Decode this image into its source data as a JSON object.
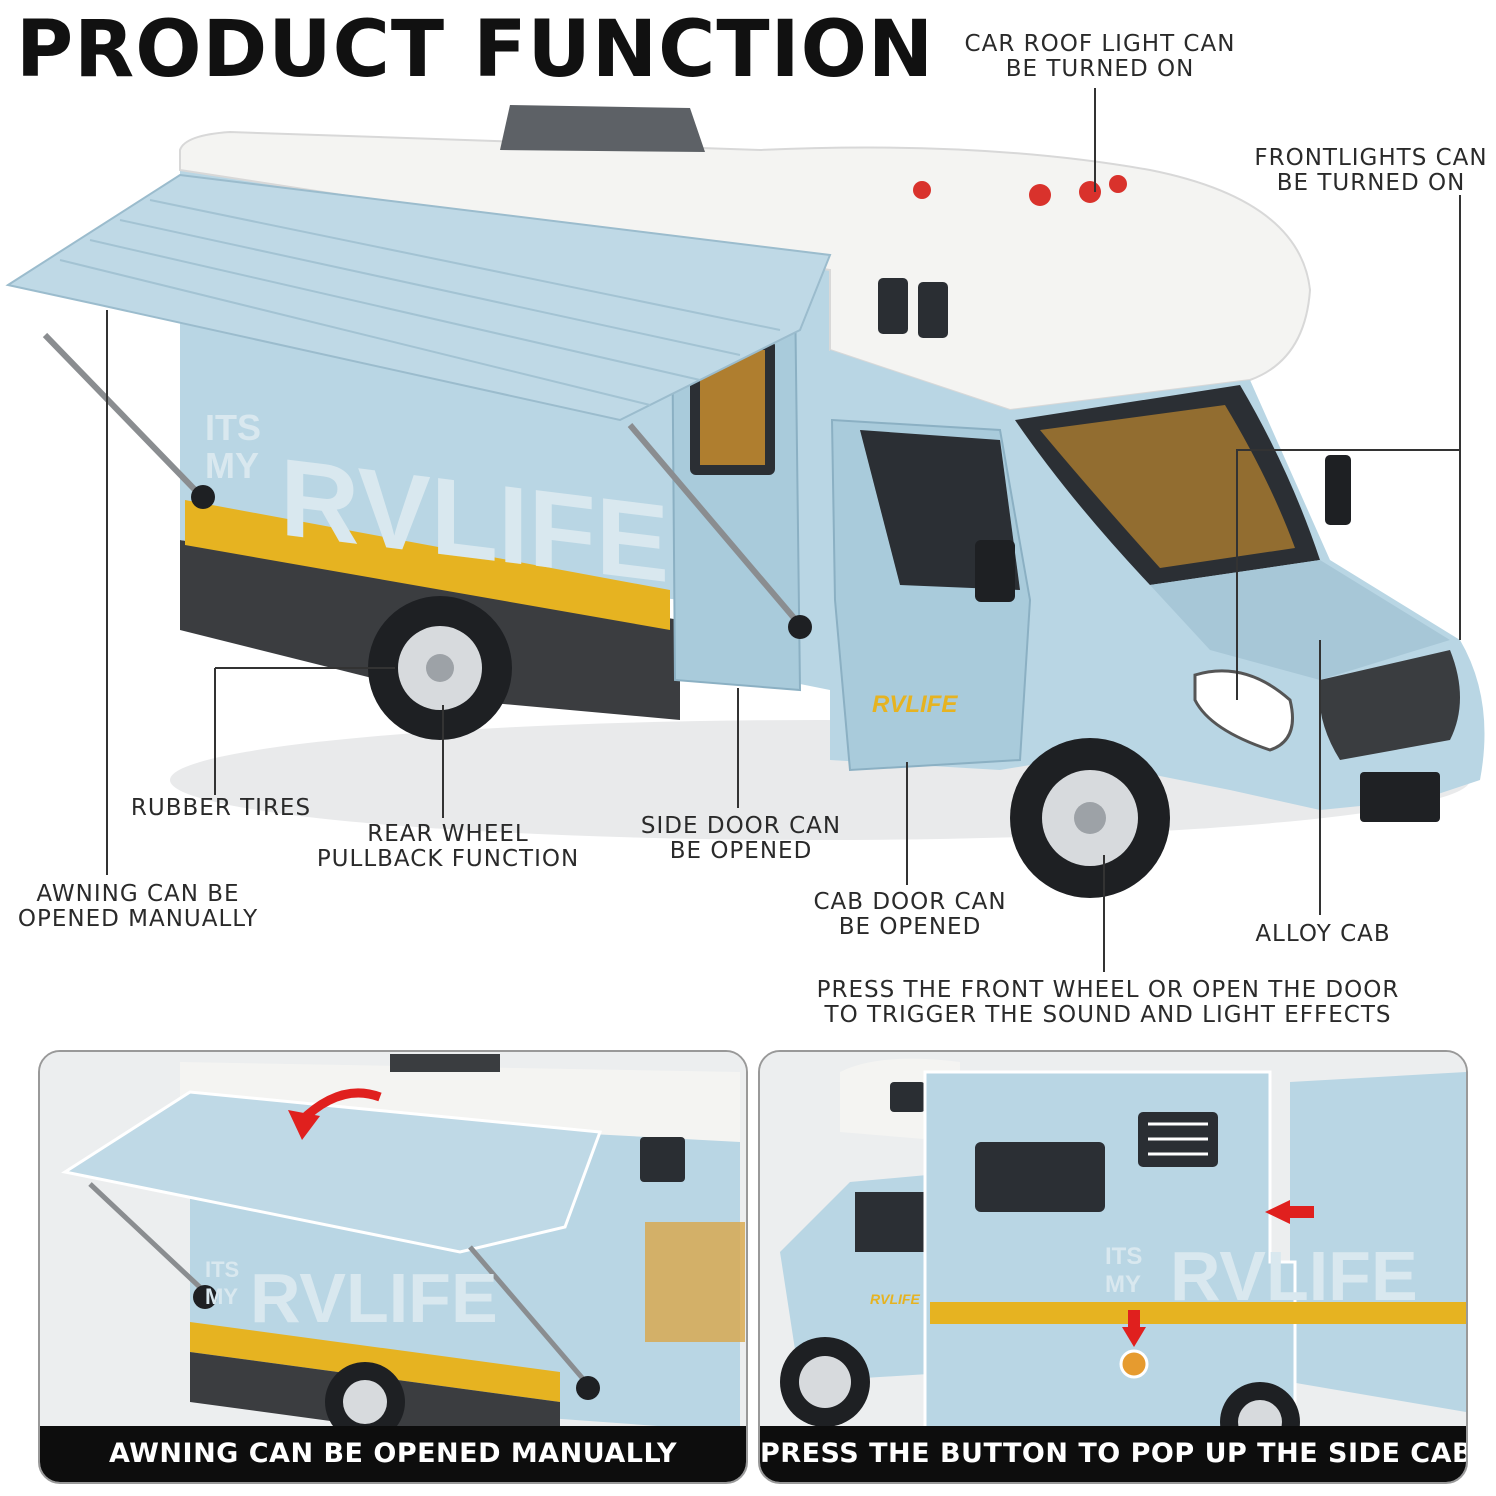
{
  "title": "PRODUCT FUNCTION",
  "callouts": {
    "roof_light": [
      "CAR ROOF LIGHT CAN",
      "BE TURNED ON"
    ],
    "frontlights": [
      "FRONTLIGHTS CAN",
      "BE TURNED ON"
    ],
    "rubber_tires": [
      "RUBBER TIRES"
    ],
    "rear_wheel": [
      "REAR WHEEL",
      "PULLBACK FUNCTION"
    ],
    "side_door": [
      "SIDE DOOR CAN",
      "BE OPENED"
    ],
    "awning": [
      "AWNING CAN BE",
      "OPENED MANUALLY"
    ],
    "cab_door": [
      "CAB DOOR CAN",
      "BE OPENED"
    ],
    "alloy_cab": [
      "ALLOY CAB"
    ],
    "sound_light": [
      "PRESS THE FRONT WHEEL OR OPEN THE DOOR",
      "TO TRIGGER THE SOUND AND LIGHT EFFECTS"
    ]
  },
  "vehicle_decals": {
    "side_small": [
      "ITS",
      "MY"
    ],
    "side_big": "RVLIFE",
    "door_logo": "RVLIFE"
  },
  "panels": {
    "left_caption": "AWNING CAN BE OPENED MANUALLY",
    "right_caption": "PRESS THE BUTTON TO POP UP THE SIDE CABIN"
  },
  "colors": {
    "body_blue": "#b9d6e4",
    "roof_white": "#f4f4f2",
    "stripe_yellow": "#e6b321",
    "arrow_red": "#e0201e",
    "caption_bg": "#0d0d0d"
  }
}
